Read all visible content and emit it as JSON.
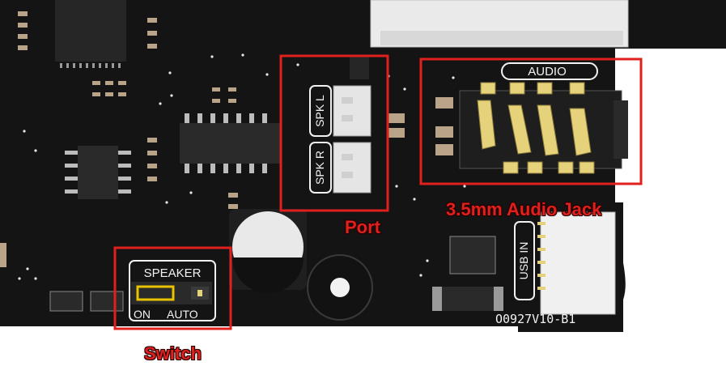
{
  "callouts": {
    "audio_jack": "3.5mm Audio Jack",
    "port": "Port",
    "switch": "Switch"
  },
  "silkscreen": {
    "audio": "AUDIO",
    "spk_l": "SPK L",
    "spk_r": "SPK R",
    "speaker": "SPEAKER",
    "on": "ON",
    "auto": "AUTO",
    "usb_in": "USB IN",
    "board_id": "O0927V10-B1"
  },
  "colors": {
    "pcb": "#141414",
    "highlight": "#e0201c",
    "silkscreen": "#f2f2f2",
    "gold": "#e6d27a"
  }
}
